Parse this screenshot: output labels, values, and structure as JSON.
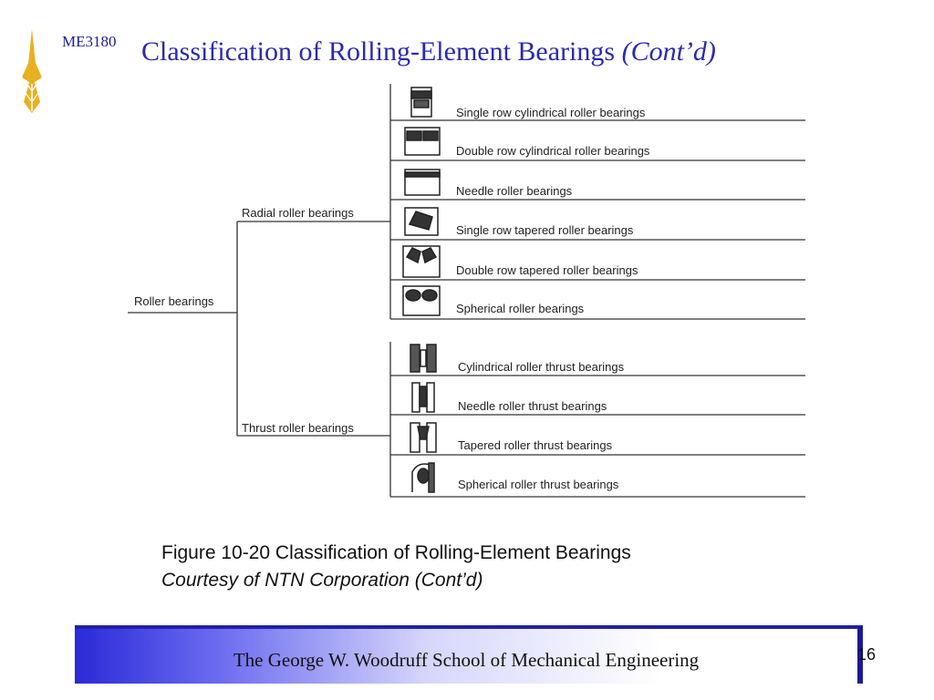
{
  "header": {
    "course_code": "ME3180",
    "title_main": "Classification of Rolling-Element Bearings ",
    "title_italic": "(Cont’d)"
  },
  "diagram": {
    "root": "Roller bearings",
    "radial": {
      "label": "Radial roller bearings",
      "items": [
        "Single row cylindrical roller bearings",
        "Double row cylindrical roller bearings",
        "Needle roller bearings",
        "Single row tapered roller bearings",
        "Double row tapered roller bearings",
        "Spherical roller bearings"
      ]
    },
    "thrust": {
      "label": "Thrust roller bearings",
      "items": [
        "Cylindrical roller thrust bearings",
        "Needle roller thrust bearings",
        "Tapered roller thrust bearings",
        "Spherical roller thrust bearings"
      ]
    }
  },
  "caption": {
    "line1": "Figure 10-20 Classification of Rolling-Element Bearings",
    "line2": "Courtesy of NTN Corporation (Cont’d)"
  },
  "footer": {
    "text": "The George W. Woodruff School of Mechanical Engineering",
    "page_number": "16"
  },
  "colors": {
    "title": "#2a2ab0",
    "course_code": "#1a1a99",
    "logo": "#e8b020",
    "footer_dark": "#2020a8"
  }
}
